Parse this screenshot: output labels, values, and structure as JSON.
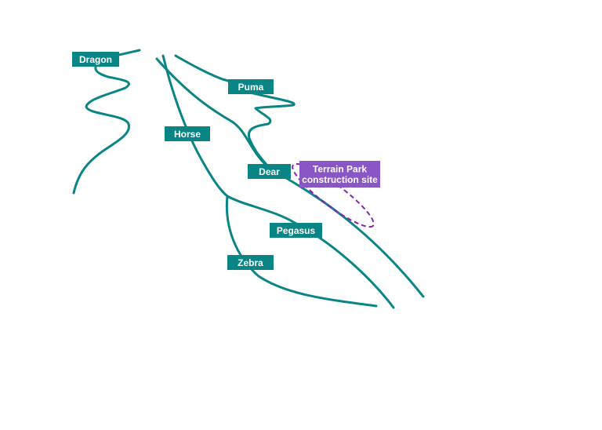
{
  "colors": {
    "trail": "#0a8585",
    "label_bg": "#0a8585",
    "label_text": "#ffffff",
    "zone_outline": "#8a1fb0",
    "zone_label_bg": "#8a55c5",
    "zone_label_text": "#ffffff",
    "background": "#ffffff"
  },
  "trails": [
    {
      "id": "dragon",
      "name": "Dragon"
    },
    {
      "id": "puma",
      "name": "Puma"
    },
    {
      "id": "horse",
      "name": "Horse"
    },
    {
      "id": "dear",
      "name": "Dear"
    },
    {
      "id": "pegasus",
      "name": "Pegasus"
    },
    {
      "id": "zebra",
      "name": "Zebra"
    }
  ],
  "construction_zone": {
    "label_line1": "Terrain Park",
    "label_line2": "construction site"
  }
}
